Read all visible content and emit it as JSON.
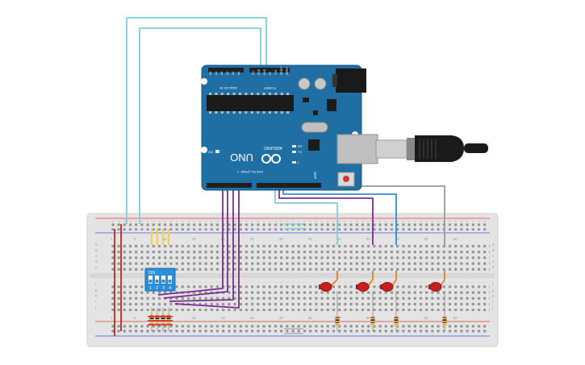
{
  "arduino": {
    "model": "UNO",
    "brand": "ARDUINO",
    "analog_header": "ANALOG IN",
    "power_header": "POWER",
    "digital_header": "DIGITAL (PWM ~)",
    "on_label": "ON",
    "tx_label": "TX",
    "rx_label": "RX",
    "l_label": "L",
    "aref_label": "AREF",
    "power_pins": [
      "IOREF",
      "RESET",
      "3.3V",
      "5V",
      "GND",
      "GND",
      "Vin"
    ],
    "analog_pins": [
      "A0",
      "A1",
      "A2",
      "A3",
      "A4",
      "A5"
    ]
  },
  "dip_switch": {
    "label": "ON",
    "numbers": [
      "1",
      "2",
      "3",
      "4"
    ]
  },
  "breadboard": {
    "row_letters_top": [
      "a",
      "b",
      "c",
      "d",
      "e"
    ],
    "row_letters_bottom": [
      "f",
      "g",
      "h",
      "i",
      "j"
    ],
    "column_numbers": [
      "1",
      "5",
      "10",
      "15",
      "20",
      "25",
      "30",
      "35",
      "40",
      "45",
      "50",
      "55",
      "60"
    ]
  },
  "colors": {
    "board_blue": "#1f6fa5",
    "breadboard": "#e6e6e6",
    "wire_cyan": "#7fcfd3",
    "wire_purple": "#7a2d8f",
    "wire_blue": "#2f8fc8",
    "wire_gray": "#9a9a9a",
    "wire_red": "#d22020",
    "wire_orange": "#e8892a",
    "wire_yellow": "#f0d24a",
    "led_red": "#c81e1e",
    "dip_blue": "#2a8fd8"
  }
}
